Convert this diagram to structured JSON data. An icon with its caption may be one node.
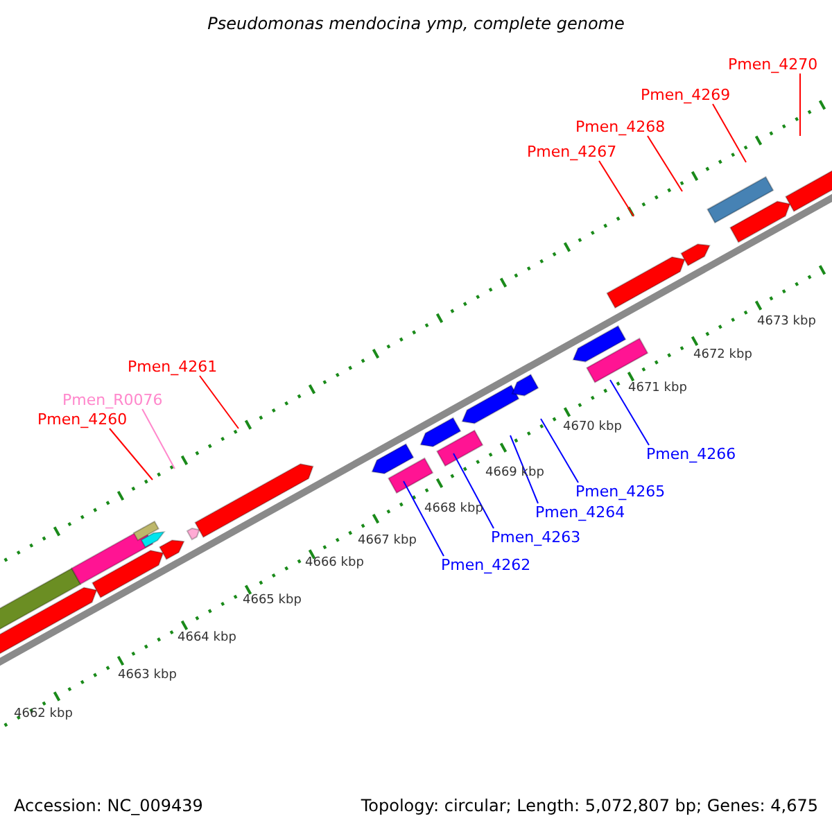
{
  "diagram": {
    "title": "Pseudomonas mendocina ymp, complete genome",
    "nodes": [
      {
        "text": [
          "Pmen_4270"
        ]
      },
      {
        "text": [
          "Pmen_4269"
        ]
      },
      {
        "text": [
          "Pmen_4268"
        ]
      },
      {
        "text": [
          "Pmen_4267"
        ]
      },
      {
        "text": [
          "Pmen_4261"
        ]
      },
      {
        "text": [
          "Pmen_R0076"
        ]
      },
      {
        "text": [
          "Pmen_4260"
        ]
      },
      {
        "text": [
          "Pmen_4266"
        ]
      },
      {
        "text": [
          "Pmen_4265"
        ]
      },
      {
        "text": [
          "Pmen_4264"
        ]
      },
      {
        "text": [
          "Pmen_4263"
        ]
      },
      {
        "text": [
          "Pmen_4262"
        ]
      }
    ],
    "edges": [
      {
        "from": 0,
        "to": null,
        "arrow": "none"
      },
      {
        "from": 1,
        "to": null,
        "arrow": "none"
      },
      {
        "from": 2,
        "to": null,
        "arrow": "none"
      },
      {
        "from": 3,
        "to": null,
        "arrow": "none"
      },
      {
        "from": 4,
        "to": null,
        "arrow": "none"
      },
      {
        "from": 5,
        "to": null,
        "arrow": "none",
        "color": "#ff88cc"
      },
      {
        "from": 6,
        "to": null,
        "arrow": "none"
      },
      {
        "from": 7,
        "to": null,
        "arrow": "none",
        "color": "#0000ff"
      },
      {
        "from": 8,
        "to": null,
        "arrow": "none",
        "color": "#0000ff"
      },
      {
        "from": 9,
        "to": null,
        "arrow": "none",
        "color": "#0000ff"
      },
      {
        "from": 10,
        "to": null,
        "arrow": "none",
        "color": "#0000ff"
      },
      {
        "from": 11,
        "to": null,
        "arrow": "none",
        "color": "#0000ff"
      }
    ],
    "labels": [
      "4673 kbp",
      "4672 kbp",
      "4671 kbp",
      "4670 kbp",
      "4669 kbp",
      "4668 kbp",
      "4667 kbp",
      "4666 kbp",
      "4665 kbp",
      "4664 kbp",
      "4663 kbp",
      "4662 kbp",
      "Accession: NC_009439",
      "Topology: circular; Length: 5,072,807 bp; Genes: 4,675"
    ]
  }
}
